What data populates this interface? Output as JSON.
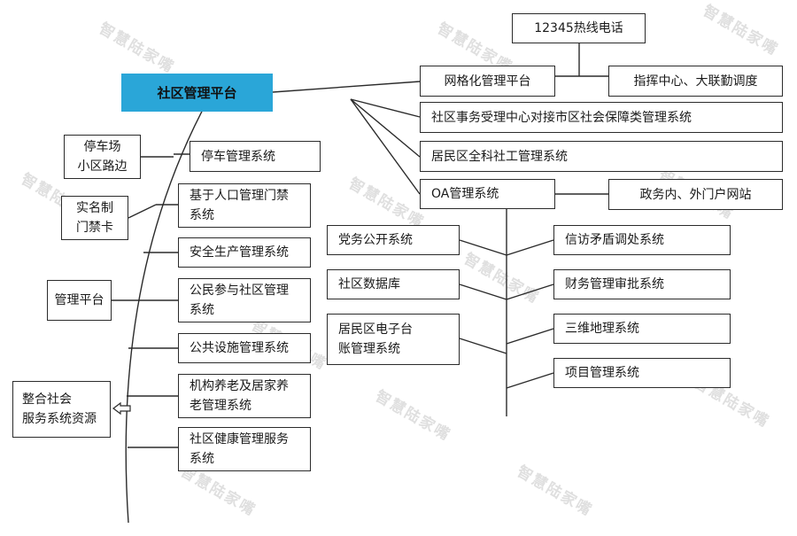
{
  "title": "社区管理平台",
  "hotline": "12345热线电话",
  "right_branch": {
    "grid": "网格化管理平台",
    "command": "指挥中心、大联勤调度",
    "social_security": "社区事务受理中心对接市区社会保障类管理系统",
    "social_work": "居民区全科社工管理系统",
    "oa": "OA管理系统",
    "portal": "政务内、外门户网站"
  },
  "oa_left": {
    "party": "党务公开系统",
    "database": "社区数据库",
    "ledger": "居民区电子台账管理系统"
  },
  "oa_right": {
    "petition": "信访矛盾调处系统",
    "finance": "财务管理审批系统",
    "gis": "三维地理系统",
    "project": "项目管理系统"
  },
  "left_branch": {
    "parking": "停车管理系统",
    "access": "基于人口管理门禁系统",
    "safety": "安全生产管理系统",
    "participation": "公民参与社区管理系统",
    "facilities": "公共设施管理系统",
    "elderly": "机构养老及居家养老管理系统",
    "health": "社区健康管理服务系统"
  },
  "side_labels": {
    "parking_lot": "停车场\n小区路边",
    "id_card": "实名制\n门禁卡",
    "mgmt_platform": "管理平台",
    "integrate": "整合社会\n服务系统资源"
  },
  "watermark": "智慧陆家嘴",
  "colors": {
    "title_bg": "#2aa6d8",
    "line": "#2b2b2b",
    "watermark": "#d8d8d8"
  }
}
